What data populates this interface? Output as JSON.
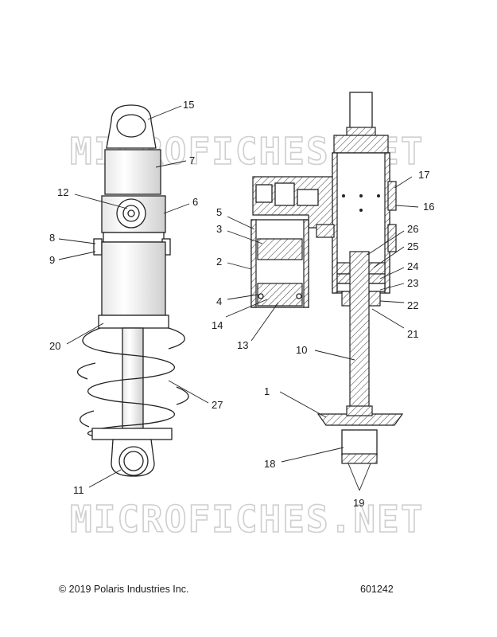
{
  "watermark": "MICROFICHES.NET",
  "footer": {
    "copyright": "© 2019 Polaris Industries Inc.",
    "part_number": "601242"
  },
  "callouts": {
    "c1": "1",
    "c2": "2",
    "c3": "3",
    "c4": "4",
    "c5": "5",
    "c6": "6",
    "c7": "7",
    "c8": "8",
    "c9": "9",
    "c10": "10",
    "c11": "11",
    "c12": "12",
    "c13": "13",
    "c14": "14",
    "c15": "15",
    "c16": "16",
    "c17": "17",
    "c18": "18",
    "c19": "19",
    "c20": "20",
    "c21": "21",
    "c22": "22",
    "c23": "23",
    "c24": "24",
    "c25": "25",
    "c26": "26",
    "c27": "27"
  }
}
